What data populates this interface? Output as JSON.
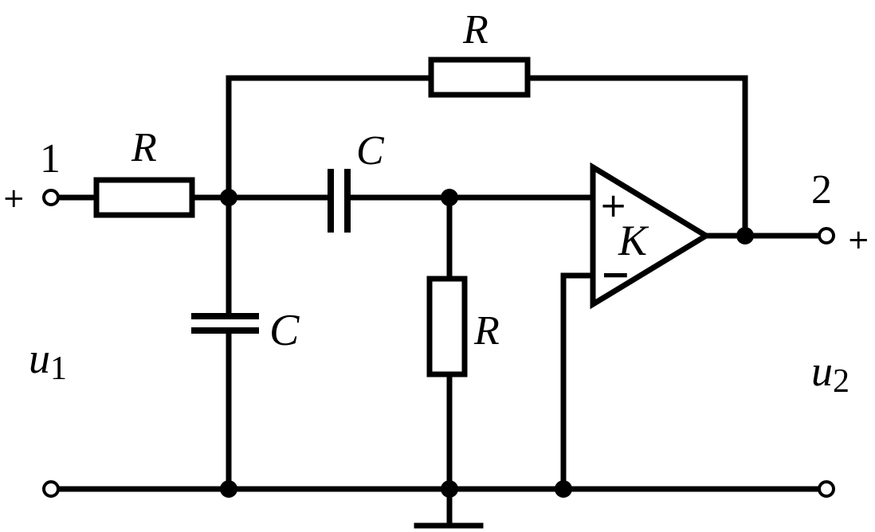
{
  "labels": {
    "r_input": "R",
    "r_feedback": "R",
    "r_shunt": "R",
    "c_series": "C",
    "c_shunt": "C",
    "opamp_gain": "K",
    "opamp_plus": "+",
    "opamp_minus": "−",
    "terminal1": "1",
    "terminal2": "2",
    "u1_base": "u",
    "u1_sub": "1",
    "u2_base": "u",
    "u2_sub": "2",
    "in_plus": "+",
    "out_plus": "+"
  }
}
